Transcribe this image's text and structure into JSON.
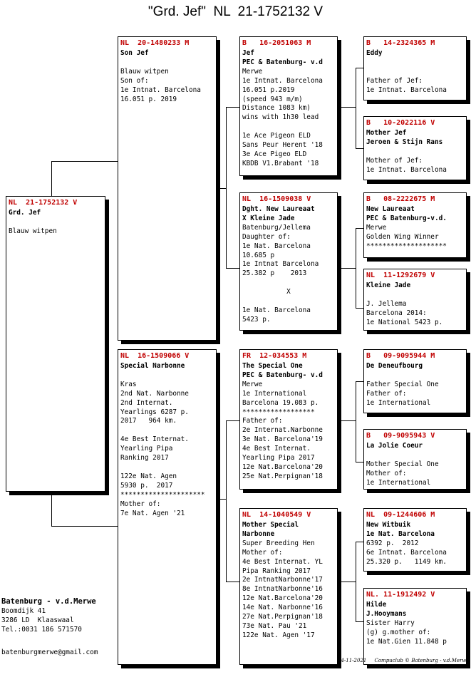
{
  "title": "\"Grd. Jef\"  NL  21-1752132 V",
  "cards": {
    "subject": {
      "head": "NL  21-1752132 V",
      "lines": [
        {
          "t": "Grd. Jef",
          "b": true
        },
        {
          "t": ""
        },
        {
          "t": "Blauw witpen"
        }
      ]
    },
    "sire": {
      "head": "NL  20-1480233 M",
      "lines": [
        {
          "t": "Son Jef",
          "b": true
        },
        {
          "t": ""
        },
        {
          "t": "Blauw witpen"
        },
        {
          "t": "Son of:"
        },
        {
          "t": "1e Intnat. Barcelona"
        },
        {
          "t": "16.051 p. 2019"
        }
      ]
    },
    "dam": {
      "head": "NL  16-1509066 V",
      "lines": [
        {
          "t": "Special Narbonne",
          "b": true
        },
        {
          "t": ""
        },
        {
          "t": "Kras"
        },
        {
          "t": "2nd Nat. Narbonne"
        },
        {
          "t": "2nd Internat."
        },
        {
          "t": "Yearlings 6287 p."
        },
        {
          "t": "2017   964 km."
        },
        {
          "t": ""
        },
        {
          "t": "4e Best Internat."
        },
        {
          "t": "Yearling Pipa"
        },
        {
          "t": "Ranking 2017"
        },
        {
          "t": ""
        },
        {
          "t": "122e Nat. Agen"
        },
        {
          "t": "5930 p.  2017"
        },
        {
          "t": "*********************"
        },
        {
          "t": "Mother of:"
        },
        {
          "t": "7e Nat. Agen '21"
        }
      ]
    },
    "ss": {
      "head": "B   16-2051063 M",
      "lines": [
        {
          "t": "Jef",
          "b": true
        },
        {
          "t": "PEC & Batenburg- v.d",
          "b": true
        },
        {
          "t": "Merwe"
        },
        {
          "t": "1e Intnat. Barcelona"
        },
        {
          "t": "16.051 p.2019"
        },
        {
          "t": "(speed 943 m/m)"
        },
        {
          "t": "Distance 1083 km)"
        },
        {
          "t": "wins with 1h30 lead"
        },
        {
          "t": ""
        },
        {
          "t": "1e Ace Pigeon ELD"
        },
        {
          "t": "Sans Peur Herent '18"
        },
        {
          "t": "3e Ace Pigeo ELD"
        },
        {
          "t": "KBDB V1.Brabant '18"
        }
      ]
    },
    "sd": {
      "head": "NL  16-1509038 V",
      "lines": [
        {
          "t": "Dght. New Laureaat",
          "b": true
        },
        {
          "t": "X Kleine Jade",
          "b": true
        },
        {
          "t": "Batenburg/Jellema"
        },
        {
          "t": "Daughter of:"
        },
        {
          "t": "1e Nat. Barcelona"
        },
        {
          "t": "10.685 p"
        },
        {
          "t": "1e Intnat Barcelona"
        },
        {
          "t": "25.382 p    2013"
        },
        {
          "t": ""
        },
        {
          "t": "X",
          "c": true
        },
        {
          "t": ""
        },
        {
          "t": "1e Nat. Barcelona"
        },
        {
          "t": "5423 p."
        }
      ]
    },
    "ds": {
      "head": "FR  12-034553 M",
      "lines": [
        {
          "t": "The Special One",
          "b": true
        },
        {
          "t": "PEC & Batenburg- v.d",
          "b": true
        },
        {
          "t": "Merwe"
        },
        {
          "t": "1e International"
        },
        {
          "t": "Barcelona 19.083 p."
        },
        {
          "t": "******************"
        },
        {
          "t": "Father of:"
        },
        {
          "t": "2e Internat.Narbonne"
        },
        {
          "t": "3e Nat. Barcelona'19"
        },
        {
          "t": "4e Best Internat."
        },
        {
          "t": "Yearling Pipa 2017"
        },
        {
          "t": "12e Nat.Barcelona'20"
        },
        {
          "t": "25e Nat.Perpignan'18"
        }
      ]
    },
    "dd": {
      "head": "NL  14-1040549 V",
      "lines": [
        {
          "t": "Mother Special",
          "b": true
        },
        {
          "t": "Narbonne",
          "b": true
        },
        {
          "t": "Super Breeding Hen"
        },
        {
          "t": "Mother of:"
        },
        {
          "t": "4e Best Internat. YL"
        },
        {
          "t": "Pipa Ranking 2017"
        },
        {
          "t": "2e IntnatNarbonne'17"
        },
        {
          "t": "8e IntnatNarbonne'16"
        },
        {
          "t": "12e Nat.Barcelona'20"
        },
        {
          "t": "14e Nat. Narbonne'16"
        },
        {
          "t": "27e Nat.Perpignan'18"
        },
        {
          "t": "73e Nat. Pau '21"
        },
        {
          "t": "122e Nat. Agen '17"
        }
      ]
    },
    "sss": {
      "head": "B   14-2324365 M",
      "lines": [
        {
          "t": "Eddy",
          "b": true
        },
        {
          "t": ""
        },
        {
          "t": ""
        },
        {
          "t": "Father of Jef:"
        },
        {
          "t": "1e Intnat. Barcelona"
        }
      ]
    },
    "ssd": {
      "head": "B   10-2022116 V",
      "lines": [
        {
          "t": "Mother Jef",
          "b": true
        },
        {
          "t": "Jeroen & Stijn Rans",
          "b": true
        },
        {
          "t": ""
        },
        {
          "t": "Mother of Jef:"
        },
        {
          "t": "1e Intnat. Barcelona"
        }
      ]
    },
    "sds": {
      "head": "B   08-2222675 M",
      "lines": [
        {
          "t": "New Laureaat",
          "b": true
        },
        {
          "t": "PEC & Batenburg-v.d.",
          "b": true
        },
        {
          "t": "Merwe"
        },
        {
          "t": "Golden Wing Winner"
        },
        {
          "t": "********************"
        }
      ]
    },
    "sdd": {
      "head": "NL  11-1292679 V",
      "lines": [
        {
          "t": "Kleine Jade",
          "b": true
        },
        {
          "t": ""
        },
        {
          "t": "J. Jellema"
        },
        {
          "t": "Barcelona 2014:"
        },
        {
          "t": "1e National 5423 p."
        }
      ]
    },
    "dss": {
      "head": "B   09-9095944 M",
      "lines": [
        {
          "t": "De Deneufbourg",
          "b": true
        },
        {
          "t": ""
        },
        {
          "t": "Father Special One"
        },
        {
          "t": "Father of:"
        },
        {
          "t": "1e International"
        }
      ]
    },
    "dsd": {
      "head": "B   09-9095943 V",
      "lines": [
        {
          "t": "La Jolie Coeur",
          "b": true
        },
        {
          "t": ""
        },
        {
          "t": "Mother Special One"
        },
        {
          "t": "Mother of:"
        },
        {
          "t": "1e International"
        }
      ]
    },
    "dds": {
      "head": "NL  09-1244606 M",
      "lines": [
        {
          "t": "New Witbuik",
          "b": true
        },
        {
          "t": "1e Nat. Barcelona",
          "b": true
        },
        {
          "t": "6392 p.  2012"
        },
        {
          "t": "6e Intnat. Barcelona"
        },
        {
          "t": "25.320 p.   1149 km."
        }
      ]
    },
    "ddd": {
      "head": "NL. 11-1912492 V",
      "lines": [
        {
          "t": "Hilde",
          "b": true
        },
        {
          "t": "J.Hooymans",
          "b": true
        },
        {
          "t": "Sister Harry"
        },
        {
          "t": "(g) g.mother of:"
        },
        {
          "t": "1e Nat.Gien 11.848 p"
        }
      ]
    }
  },
  "breeder": {
    "name": "Batenburg - v.d.Merwe",
    "address": [
      "Boomdijk 41",
      "3286 LD  Klaaswaal",
      "Tel.:0031 186 571570"
    ],
    "email": "batenburgmerwe@gmail.com"
  },
  "footer": "14-11-2021     Compuclub © Batenburg - v.d.Merwe"
}
